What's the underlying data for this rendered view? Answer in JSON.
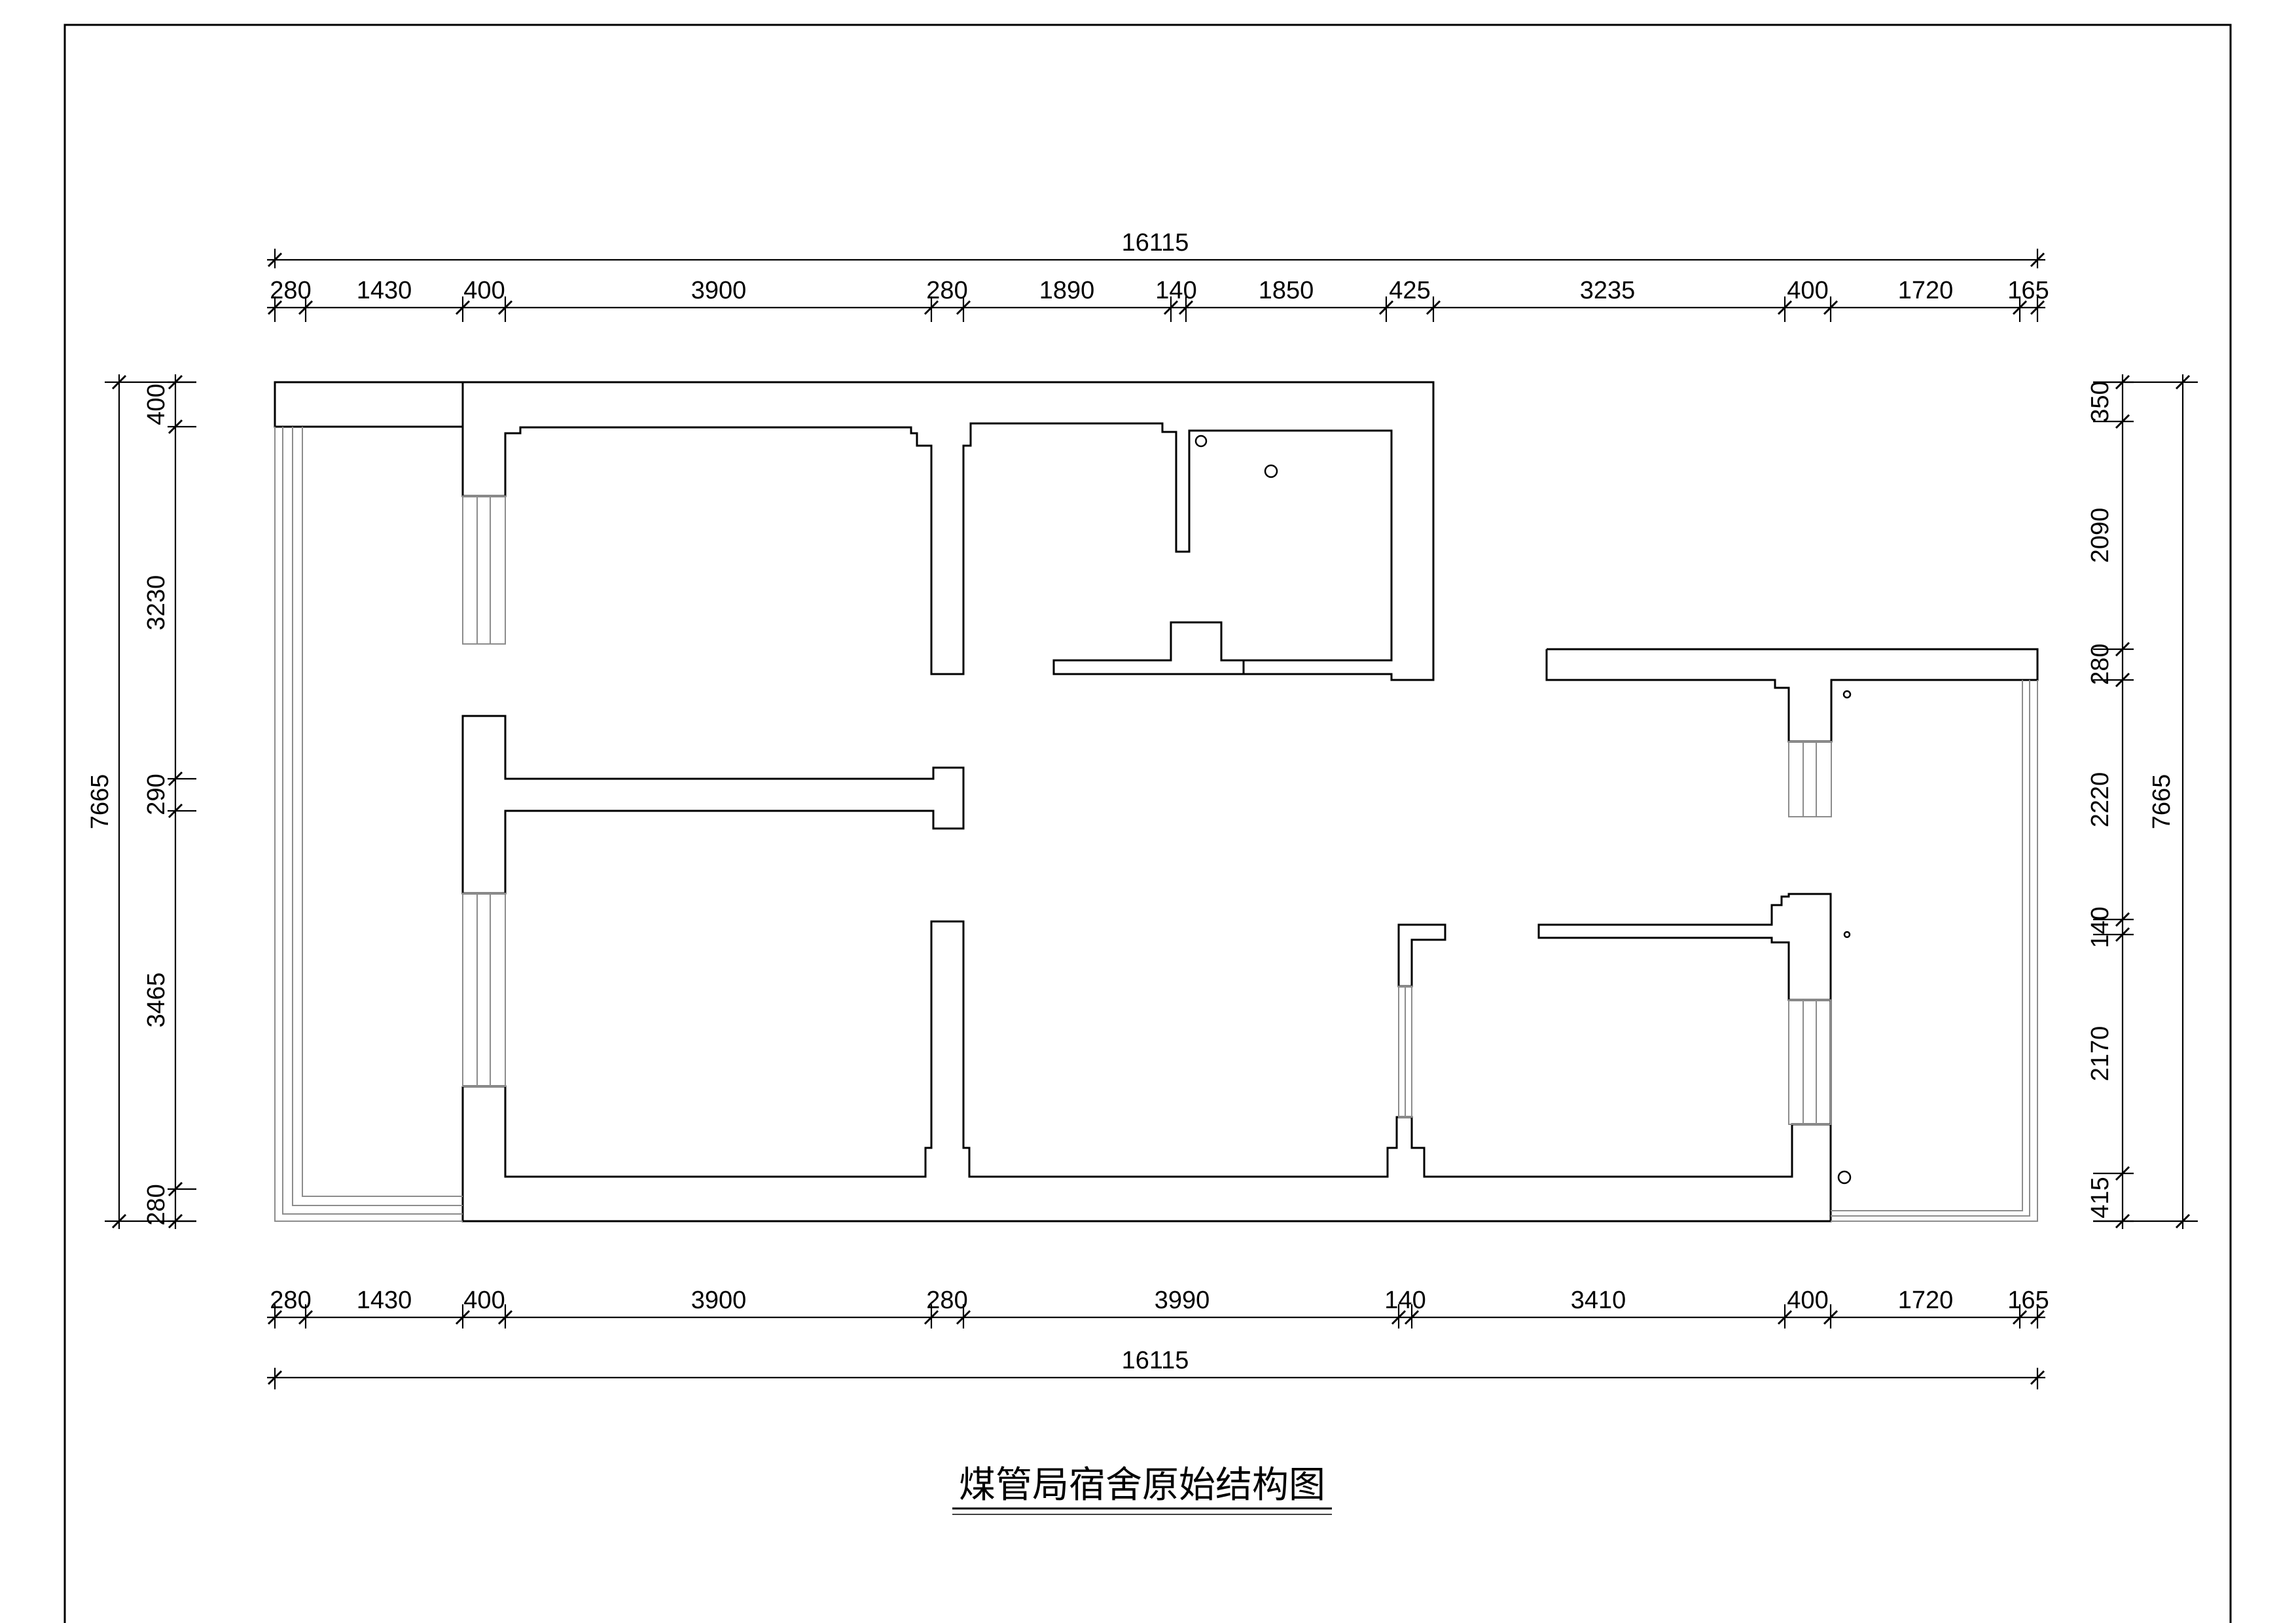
{
  "drawing": {
    "title": "煤管局宿舍原始结构图",
    "dimensions": {
      "top_overall": "16115",
      "top_segments": [
        "280",
        "1430",
        "400",
        "3900",
        "280",
        "1890",
        "140",
        "1850",
        "425",
        "3235",
        "400",
        "1720",
        "165"
      ],
      "bottom_overall": "16115",
      "bottom_segments": [
        "280",
        "1430",
        "400",
        "3900",
        "280",
        "3990",
        "140",
        "3410",
        "400",
        "1720",
        "165"
      ],
      "left_overall": "7665",
      "left_segments": [
        "400",
        "3230",
        "290",
        "3465",
        "280"
      ],
      "right_overall": "7665",
      "right_segments": [
        "350",
        "2090",
        "280",
        "2220",
        "140",
        "2170",
        "415"
      ]
    }
  }
}
